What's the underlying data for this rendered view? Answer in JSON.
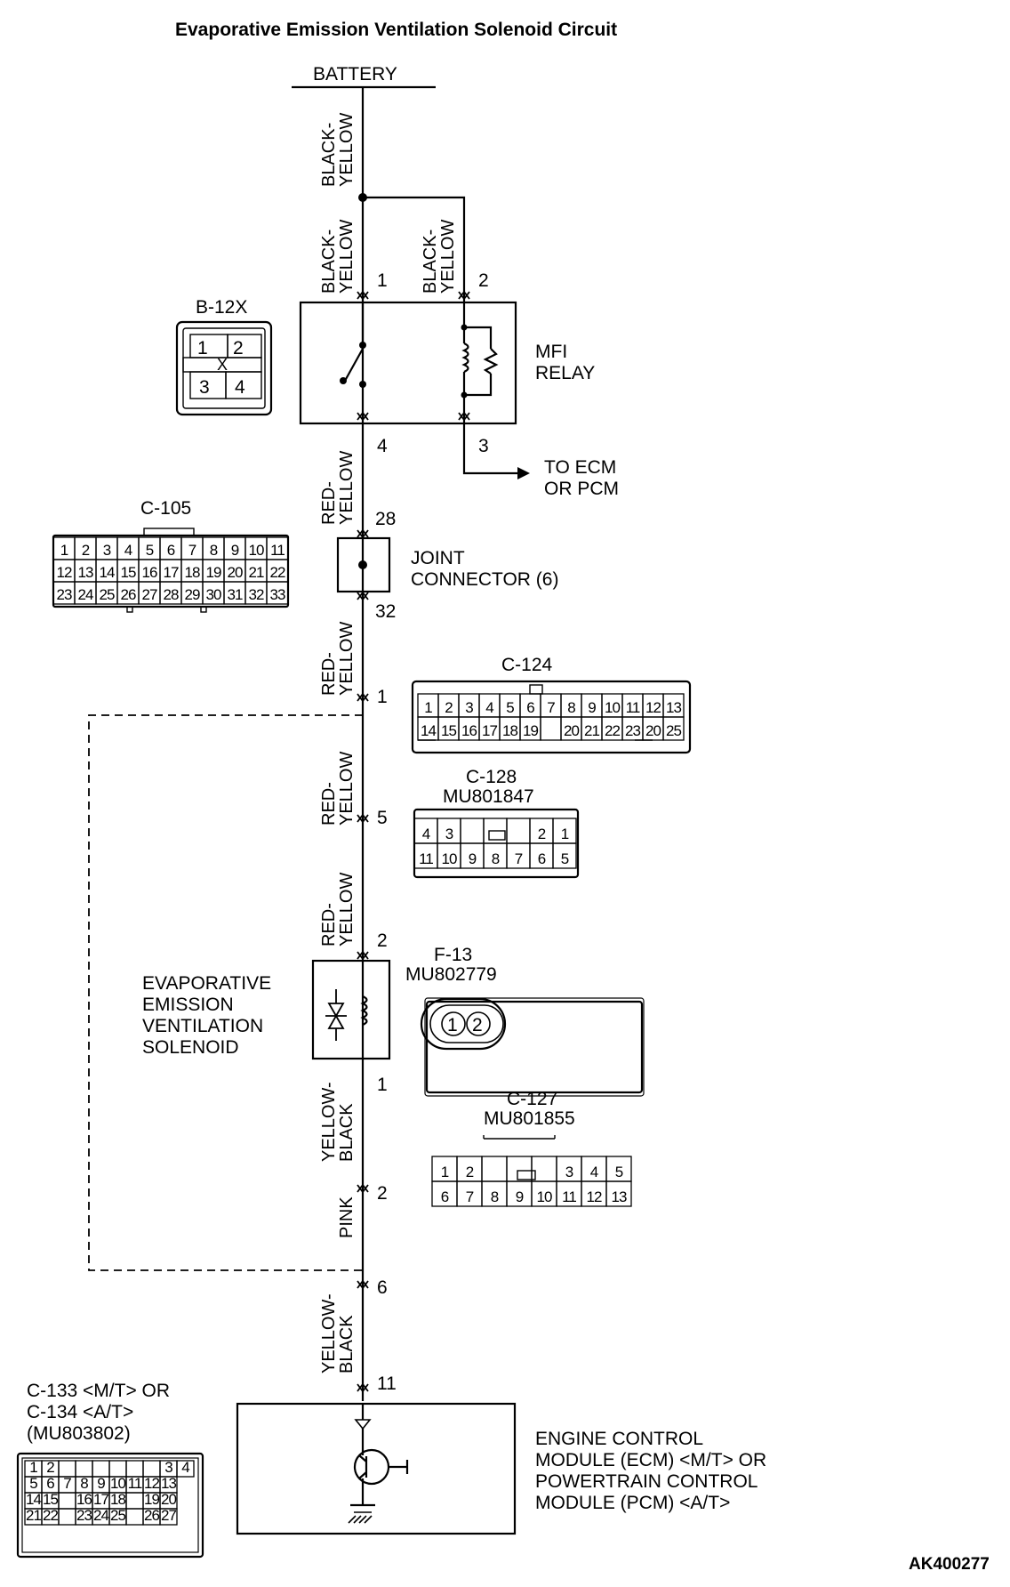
{
  "title": "Evaporative Emission Ventilation Solenoid Circuit",
  "figure_id": "AK400277",
  "battery": "BATTERY",
  "wires": {
    "w1": [
      "BLACK-",
      "YELLOW"
    ],
    "w2": [
      "BLACK-",
      "YELLOW"
    ],
    "w3": [
      "BLACK-",
      "YELLOW"
    ],
    "w4": [
      "RED-",
      "YELLOW"
    ],
    "w5": [
      "RED-",
      "YELLOW"
    ],
    "w6": [
      "RED-",
      "YELLOW"
    ],
    "w7": [
      "RED-",
      "YELLOW"
    ],
    "w8": [
      "YELLOW-",
      "BLACK"
    ],
    "w9": "PINK",
    "w10": [
      "YELLOW-",
      "BLACK"
    ]
  },
  "pins": {
    "relay1": "1",
    "relay2": "2",
    "relay4": "4",
    "relay3": "3",
    "j28": "28",
    "j32": "32",
    "c124": "1",
    "c128": "5",
    "f13a": "2",
    "f13b": "1",
    "c127": "2",
    "c6": "6",
    "ecm": "11"
  },
  "relay": {
    "name": [
      "MFI",
      "RELAY"
    ],
    "to": [
      "TO ECM",
      "OR PCM"
    ]
  },
  "joint": [
    "JOINT",
    "CONNECTOR (6)"
  ],
  "solenoid": [
    "EVAPORATIVE",
    "EMISSION",
    "VENTILATION",
    "SOLENOID"
  ],
  "ecm": [
    "ENGINE CONTROL",
    "MODULE (ECM) <M/T> OR",
    "POWERTRAIN CONTROL",
    "MODULE (PCM) <A/T>"
  ],
  "connectors": {
    "b12x": {
      "name": "B-12X",
      "pins": [
        "1",
        "2",
        "3",
        "4"
      ],
      "mark": "X"
    },
    "c105": {
      "name": "C-105",
      "row1": [
        "1",
        "2",
        "3",
        "4",
        "5",
        "6",
        "7",
        "8",
        "9",
        "10",
        "11"
      ],
      "row2": [
        "12",
        "13",
        "14",
        "15",
        "16",
        "17",
        "18",
        "19",
        "20",
        "21",
        "22"
      ],
      "row3": [
        "23",
        "24",
        "25",
        "26",
        "27",
        "28",
        "29",
        "30",
        "31",
        "32",
        "33"
      ]
    },
    "c124": {
      "name": "C-124",
      "row1": [
        "1",
        "2",
        "3",
        "4",
        "5",
        "6",
        "7",
        "8",
        "9",
        "10",
        "11",
        "12",
        "13"
      ],
      "row2": [
        "14",
        "15",
        "16",
        "17",
        "18",
        "19",
        "",
        "20",
        "21",
        "22",
        "23",
        "20",
        "25"
      ]
    },
    "c128": {
      "name": "C-128",
      "part": "MU801847",
      "row1": [
        "4",
        "3",
        "",
        "",
        "",
        "2",
        "1"
      ],
      "row2": [
        "11",
        "10",
        "9",
        "8",
        "7",
        "6",
        "5"
      ]
    },
    "f13": {
      "name": "F-13",
      "part": "MU802779",
      "pins": [
        "1",
        "2"
      ]
    },
    "c127": {
      "name": "C-127",
      "part": "MU801855",
      "row1": [
        "1",
        "2",
        "",
        "",
        "",
        "3",
        "4",
        "5"
      ],
      "row2": [
        "6",
        "7",
        "8",
        "9",
        "10",
        "11",
        "12",
        "13"
      ]
    },
    "c133": {
      "name": [
        "C-133 <M/T> OR",
        "C-134 <A/T>",
        "(MU803802)"
      ],
      "row1": [
        "1",
        "2",
        "",
        "",
        "",
        "",
        "",
        "",
        "3",
        "4"
      ],
      "row2": [
        "5",
        "6",
        "7",
        "8",
        "9",
        "10",
        "11",
        "12",
        "13"
      ],
      "row3": [
        "14",
        "15",
        "",
        "16",
        "17",
        "18",
        "",
        "19",
        "20"
      ],
      "row4": [
        "21",
        "22",
        "",
        "23",
        "24",
        "25",
        "",
        "26",
        "27"
      ]
    }
  }
}
